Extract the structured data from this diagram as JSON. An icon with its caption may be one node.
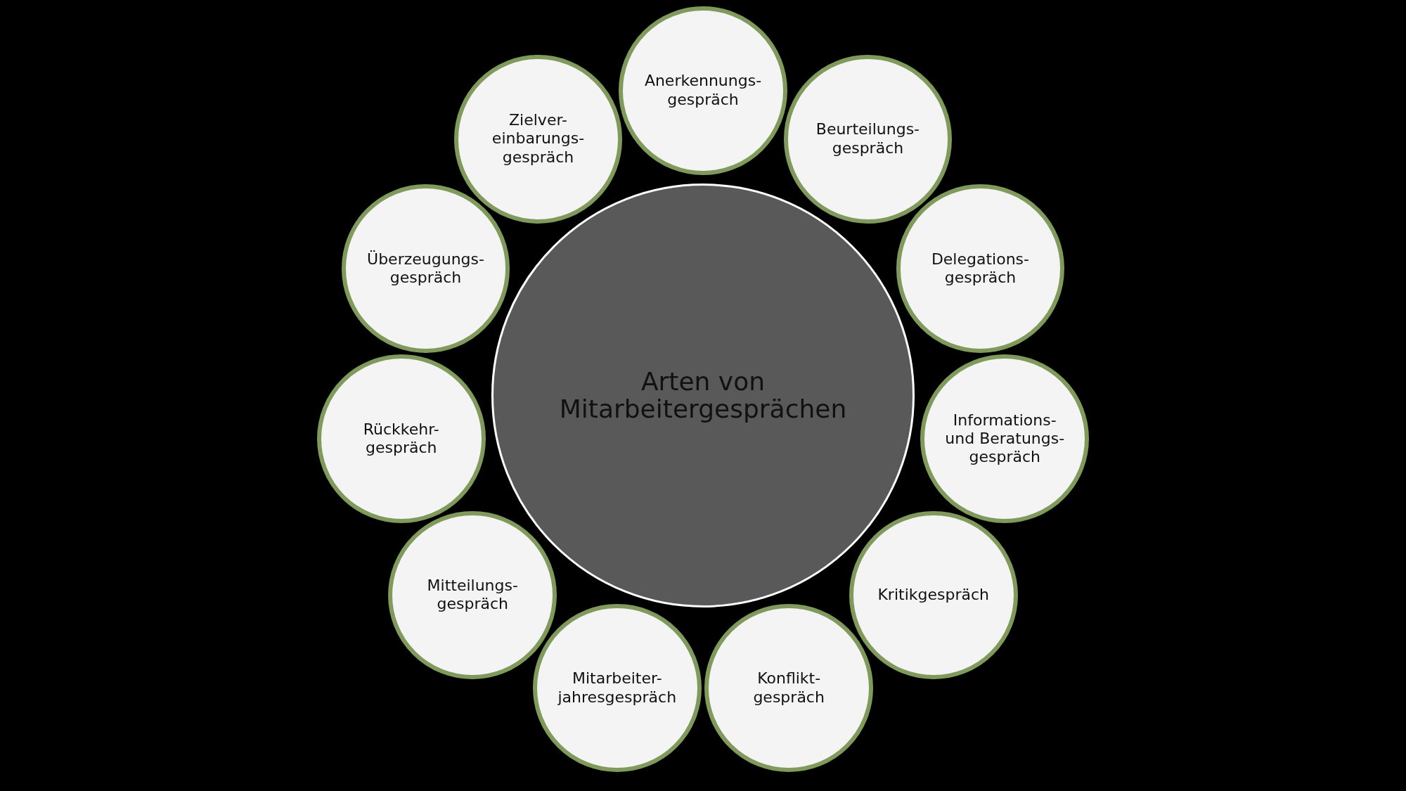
{
  "diagram": {
    "nodes": [
      {
        "text": [
          "Arten von Mitarbeitergesprächen"
        ]
      },
      {
        "text": [
          "Anerkennungs- gespräch"
        ]
      },
      {
        "text": [
          "Beurteilungs- gespräch"
        ]
      },
      {
        "text": [
          "Delegations- gespräch"
        ]
      },
      {
        "text": [
          "Informations- und Beratungs- gespräch"
        ]
      },
      {
        "text": [
          "Kritikgespräch"
        ]
      },
      {
        "text": [
          "Konflikt- gespräch"
        ]
      },
      {
        "text": [
          "Mitarbeiter- jahresgespräch"
        ]
      },
      {
        "text": [
          "Mitteilungs- gespräch"
        ]
      },
      {
        "text": [
          "Rückkehr- gespräch"
        ]
      },
      {
        "text": [
          "Überzeugungs- gespräch"
        ]
      },
      {
        "text": [
          "Zielver- einbarungs- gespräch"
        ]
      }
    ]
  }
}
